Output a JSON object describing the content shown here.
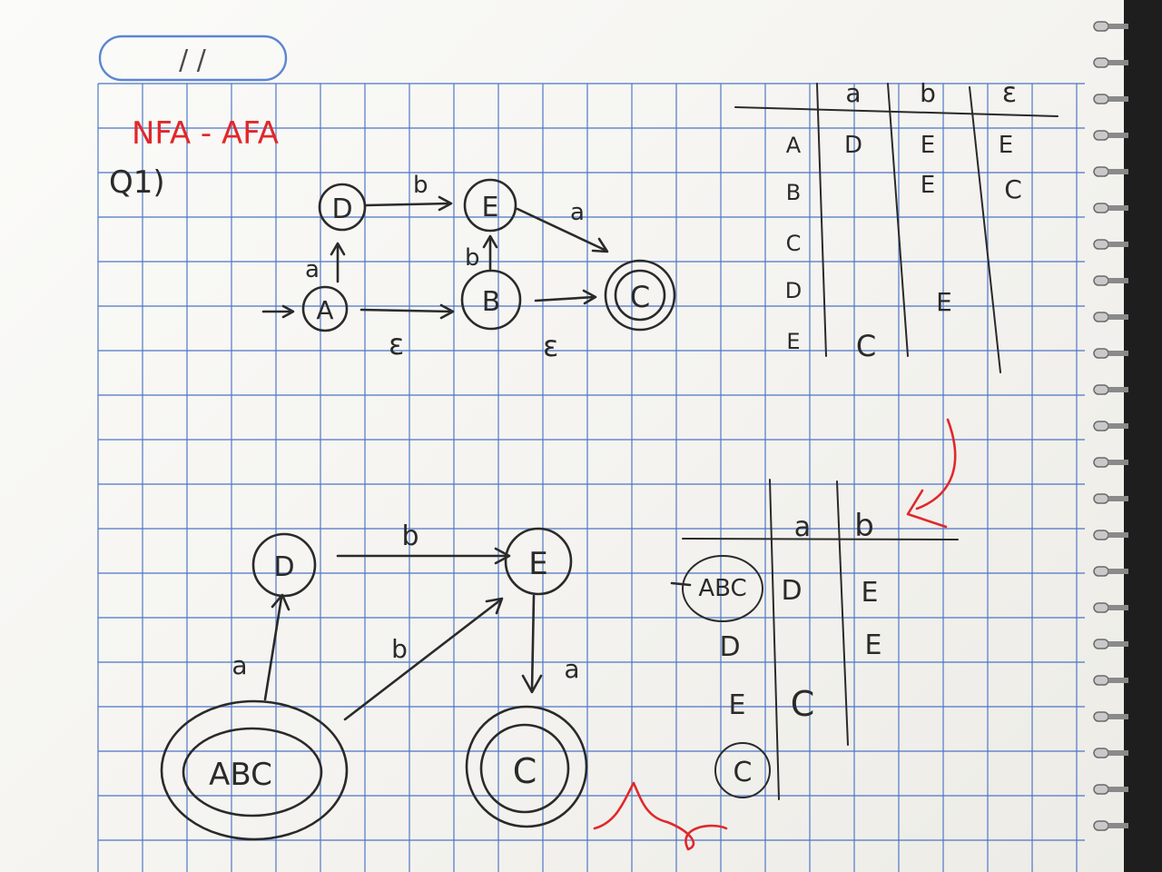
{
  "header": {
    "date_box": "/ /",
    "title": "NFA - AFA",
    "question": "Q1)"
  },
  "nfa": {
    "states": [
      {
        "id": "A",
        "label": "A",
        "start": true,
        "accepting": false
      },
      {
        "id": "B",
        "label": "B",
        "start": false,
        "accepting": false
      },
      {
        "id": "C",
        "label": "C",
        "start": false,
        "accepting": true
      },
      {
        "id": "D",
        "label": "D",
        "start": false,
        "accepting": false
      },
      {
        "id": "E",
        "label": "E",
        "start": false,
        "accepting": false
      }
    ],
    "transitions": [
      {
        "from": "A",
        "to": "D",
        "label": "a"
      },
      {
        "from": "A",
        "to": "B",
        "label": "ε"
      },
      {
        "from": "B",
        "to": "C",
        "label": "ε"
      },
      {
        "from": "B",
        "to": "E",
        "label": "b"
      },
      {
        "from": "D",
        "to": "E",
        "label": "b"
      },
      {
        "from": "E",
        "to": "C",
        "label": "a"
      }
    ]
  },
  "nfa_table": {
    "headers": [
      "",
      "a",
      "b",
      "ε"
    ],
    "rows": [
      [
        "A",
        "D",
        "E",
        "E"
      ],
      [
        "B",
        "",
        "E",
        "C"
      ],
      [
        "C",
        "",
        "",
        ""
      ],
      [
        "D",
        "",
        "E",
        ""
      ],
      [
        "E",
        "C",
        "",
        ""
      ]
    ]
  },
  "dfa": {
    "states": [
      {
        "id": "ABC",
        "label": "ABC",
        "start": true,
        "accepting": true
      },
      {
        "id": "D",
        "label": "D",
        "start": false,
        "accepting": false
      },
      {
        "id": "E",
        "label": "E",
        "start": false,
        "accepting": false
      },
      {
        "id": "C",
        "label": "C",
        "start": false,
        "accepting": true
      }
    ],
    "transitions": [
      {
        "from": "ABC",
        "to": "D",
        "label": "a"
      },
      {
        "from": "ABC",
        "to": "E",
        "label": "b"
      },
      {
        "from": "D",
        "to": "E",
        "label": "b"
      },
      {
        "from": "E",
        "to": "C",
        "label": "a"
      }
    ]
  },
  "dfa_table": {
    "headers": [
      "",
      "a",
      "b"
    ],
    "rows": [
      [
        "ABC",
        "D",
        "E"
      ],
      [
        "D",
        "",
        "E"
      ],
      [
        "E",
        "C",
        ""
      ],
      [
        "C",
        "",
        ""
      ]
    ]
  },
  "colors": {
    "ink": "#2a2a2a",
    "red_ink": "#e0282c",
    "grid": "#4f78c8",
    "paper": "#f7f6f2"
  }
}
